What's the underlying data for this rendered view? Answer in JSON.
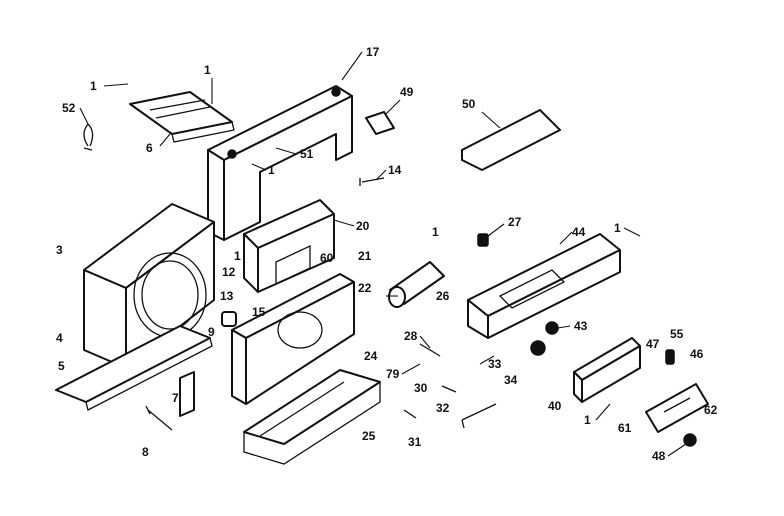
{
  "labels": {
    "l1a": "1",
    "l52": "52",
    "l6": "6",
    "l1b": "1",
    "l17": "17",
    "l51": "51",
    "l1c": "1",
    "l49": "49",
    "l14": "14",
    "l50": "50",
    "l20": "20",
    "l1d": "1",
    "l60": "60",
    "l3": "3",
    "l12": "12",
    "l21": "21",
    "l22": "22",
    "l1e": "1",
    "l26": "26",
    "l27": "27",
    "l44": "44",
    "l1f": "1",
    "l15": "15",
    "l13": "13",
    "l9": "9",
    "l4": "4",
    "l28": "28",
    "l43": "43",
    "l5": "5",
    "l7": "7",
    "l79": "79",
    "l33": "33",
    "l34": "34",
    "l47": "47",
    "l55": "55",
    "l46": "46",
    "l24": "24",
    "l30": "30",
    "l40": "40",
    "l25": "25",
    "l32": "32",
    "l31": "31",
    "l1g": "1",
    "l61": "61",
    "l62": "62",
    "l8": "8",
    "l48": "48"
  }
}
